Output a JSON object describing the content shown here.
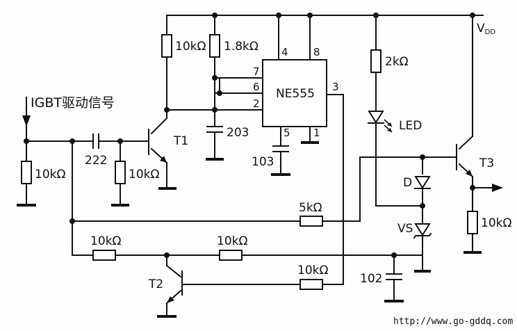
{
  "labels": {
    "input_signal": "IGBT驱动信号",
    "vdd": "V",
    "vdd_sub": "DD",
    "ic": "NE555",
    "r_t1_collector": "10kΩ",
    "r_18k": "1.8kΩ",
    "r_2k": "2kΩ",
    "r_input": "10kΩ",
    "r_t1_base": "10kΩ",
    "r_5k": "5kΩ",
    "r_bottom_left": "10kΩ",
    "r_bottom_mid": "10kΩ",
    "r_t2": "10kΩ",
    "r_t3_emitter": "10kΩ",
    "c_222": "222",
    "c_203": "203",
    "c_103": "103",
    "c_102": "102",
    "t1": "T1",
    "t2": "T2",
    "t3": "T3",
    "led": "LED",
    "diode_d": "D",
    "zener_vs": "VS",
    "pin_4": "4",
    "pin_8": "8",
    "pin_7": "7",
    "pin_6": "6",
    "pin_2": "2",
    "pin_3": "3",
    "pin_5": "5",
    "pin_1": "1",
    "watermark": "http://www.go-gddq.com"
  }
}
